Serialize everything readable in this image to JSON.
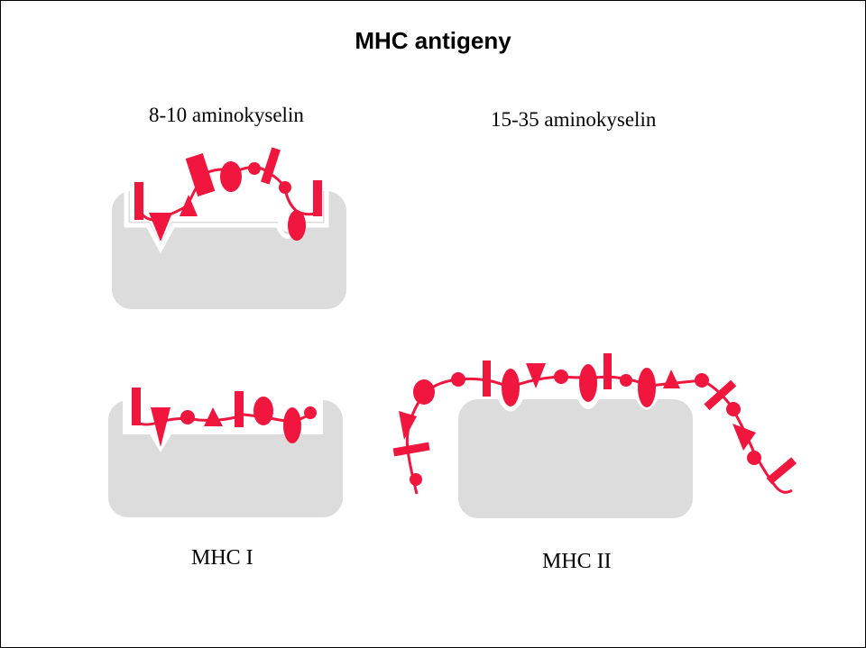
{
  "title": "MHC antigeny",
  "peptide_lengths": {
    "class_i": "8-10 aminokyselin",
    "class_ii": "15-35 aminokyselin"
  },
  "captions": {
    "class_i": "MHC I",
    "class_ii": "MHC II"
  },
  "colors": {
    "peptide": "#f0163e",
    "molecule": "#dcdcdc",
    "groove_rim": "#ffffff"
  }
}
